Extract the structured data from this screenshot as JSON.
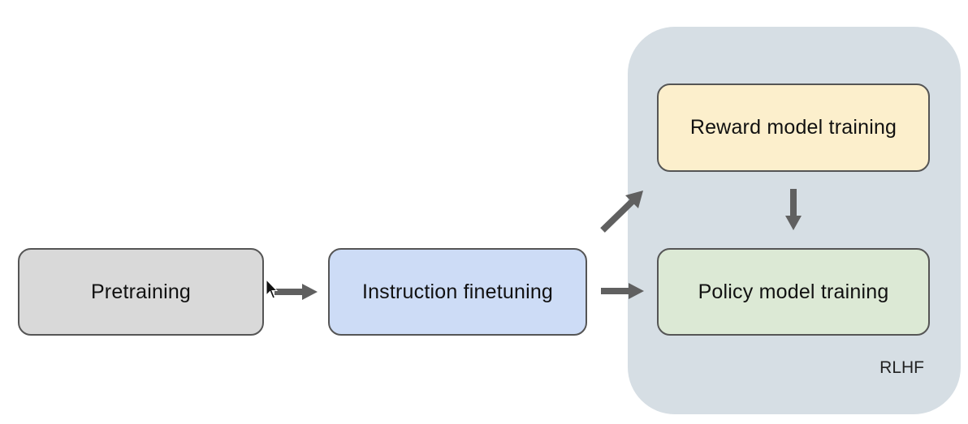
{
  "diagram": {
    "group": {
      "label": "RLHF"
    },
    "nodes": {
      "pretraining": "Pretraining",
      "instruction_finetuning": "Instruction finetuning",
      "reward_model_training": "Reward model training",
      "policy_model_training": "Policy model training"
    },
    "edges": [
      {
        "from": "Pretraining",
        "to": "Instruction finetuning"
      },
      {
        "from": "Instruction finetuning",
        "to": "Reward model training"
      },
      {
        "from": "Instruction finetuning",
        "to": "Policy model training"
      },
      {
        "from": "Reward model training",
        "to": "Policy model training"
      }
    ]
  },
  "colors": {
    "pretraining": "#d9d9d9",
    "instruction_finetuning": "#cddcf6",
    "reward_model_training": "#fcefcc",
    "policy_model_training": "#dce9d5",
    "rlhf_group": "#d6dee4",
    "arrow": "#606060",
    "border": "#555555"
  },
  "icons": {
    "cursor": "mouse-pointer-icon"
  }
}
